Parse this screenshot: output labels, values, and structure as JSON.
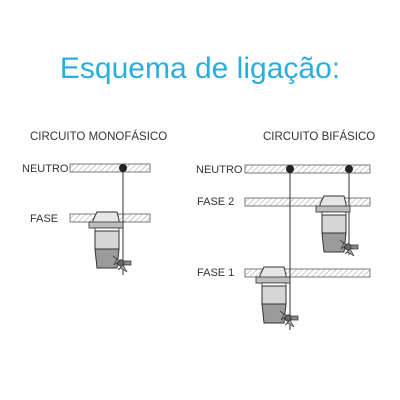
{
  "title": "Esquema de ligação:",
  "mono": {
    "heading": "CIRCUITO MONOFÁSICO",
    "neutro": "NEUTRO",
    "fase": "FASE"
  },
  "bi": {
    "heading": "CIRCUITO BIFÁSICO",
    "neutro": "NEUTRO",
    "fase2": "FASE 2",
    "fase1": "FASE 1"
  },
  "colors": {
    "title": "#29aee0",
    "bar": "#d9d9d9",
    "line": "#333333"
  }
}
